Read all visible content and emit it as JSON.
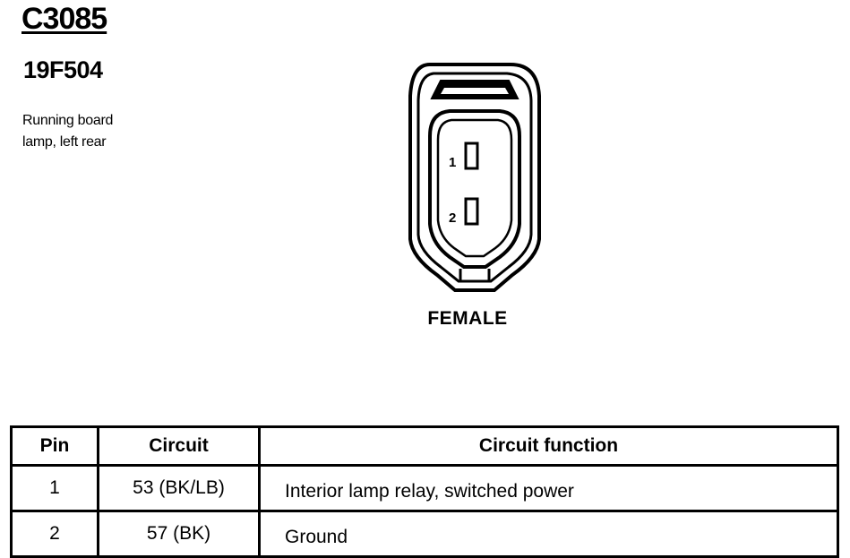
{
  "connector": {
    "id": "C3085",
    "part_number": "19F504",
    "description_lines": [
      "Running board",
      "lamp, left rear"
    ],
    "gender": "FEMALE",
    "cavities": [
      "1",
      "2"
    ]
  },
  "pin_table": {
    "headers": [
      "Pin",
      "Circuit",
      "Circuit function"
    ],
    "rows": [
      {
        "pin": "1",
        "circuit": "53 (BK/LB)",
        "function": "Interior lamp relay, switched power"
      },
      {
        "pin": "2",
        "circuit": "57 (BK)",
        "function": "Ground"
      }
    ]
  }
}
